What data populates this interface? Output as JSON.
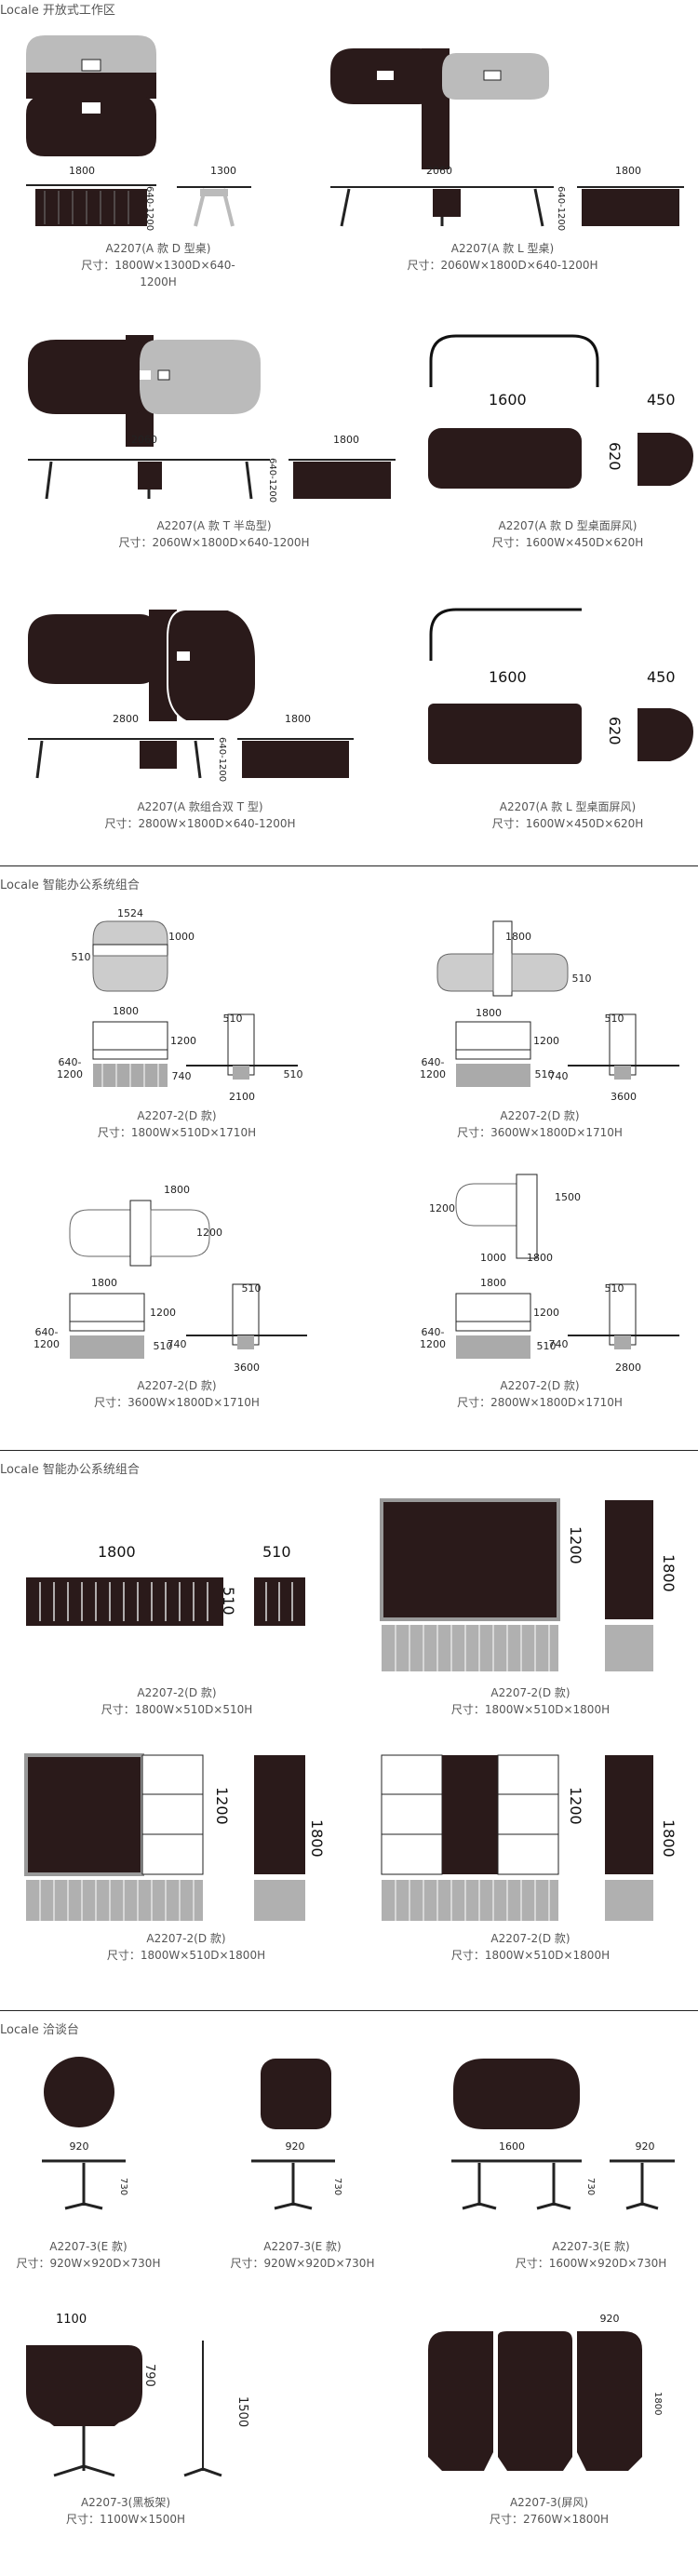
{
  "sections": [
    {
      "title": "Locale 开放式工作区"
    },
    {
      "title": "Locale 智能办公系统组合"
    },
    {
      "title": "Locale 智能办公系统组合"
    },
    {
      "title": "Locale 洽谈台"
    }
  ],
  "open_area": {
    "items": [
      {
        "model": "A2207(A 款 D 型桌)",
        "size": "尺寸：1800W×1300D×640-1200H",
        "dims": [
          "1800",
          "1300",
          "640-1200"
        ]
      },
      {
        "model": "A2207(A 款 L 型桌)",
        "size": "尺寸：2060W×1800D×640-1200H",
        "dims": [
          "2060",
          "1800",
          "640-1200"
        ]
      },
      {
        "model": "A2207(A 款 T 半岛型)",
        "size": "尺寸：2060W×1800D×640-1200H",
        "dims": [
          "2060",
          "1800",
          "640-1200"
        ]
      },
      {
        "model": "A2207(A 款 D 型桌面屏风)",
        "size": "尺寸：1600W×450D×620H",
        "dims": [
          "1600",
          "450",
          "620"
        ]
      },
      {
        "model": "A2207(A 款组合双 T 型)",
        "size": "尺寸：2800W×1800D×640-1200H",
        "dims": [
          "2800",
          "1800",
          "640-1200"
        ]
      },
      {
        "model": "A2207(A 款 L 型桌面屏风)",
        "size": "尺寸：1600W×450D×620H",
        "dims": [
          "1600",
          "450",
          "620"
        ]
      }
    ]
  },
  "system_a": {
    "items": [
      {
        "model": "A2207-2(D 款)",
        "size": "尺寸：1800W×510D×1710H",
        "dims": [
          "1524",
          "510",
          "1000",
          "1800",
          "1200",
          "640-1200",
          "510",
          "510",
          "740",
          "2100"
        ]
      },
      {
        "model": "A2207-2(D 款)",
        "size": "尺寸：3600W×1800D×1710H",
        "dims": [
          "1800",
          "510",
          "1800",
          "1200",
          "640-1200",
          "510",
          "510",
          "740",
          "3600"
        ]
      },
      {
        "model": "A2207-2(D 款)",
        "size": "尺寸：3600W×1800D×1710H",
        "dims": [
          "1800",
          "1200",
          "1800",
          "1200",
          "640-1200",
          "510",
          "510",
          "740",
          "3600"
        ]
      },
      {
        "model": "A2207-2(D 款)",
        "size": "尺寸：2800W×1800D×1710H",
        "dims": [
          "1500",
          "1200",
          "1000",
          "1800",
          "1800",
          "1200",
          "640-1200",
          "510",
          "510",
          "740",
          "2800"
        ]
      }
    ]
  },
  "system_b": {
    "items": [
      {
        "model": "A2207-2(D 款)",
        "size": "尺寸：1800W×510D×510H",
        "dims": [
          "1800",
          "510",
          "510"
        ]
      },
      {
        "model": "A2207-2(D 款)",
        "size": "尺寸：1800W×510D×1800H",
        "dims": [
          "1200",
          "1800"
        ]
      },
      {
        "model": "A2207-2(D 款)",
        "size": "尺寸：1800W×510D×1800H",
        "dims": [
          "1200",
          "1800"
        ]
      },
      {
        "model": "A2207-2(D 款)",
        "size": "尺寸：1800W×510D×1800H",
        "dims": [
          "1200",
          "1800"
        ]
      }
    ]
  },
  "meeting": {
    "items": [
      {
        "model": "A2207-3(E 款)",
        "size": "尺寸：920W×920D×730H",
        "dims": [
          "920",
          "730"
        ]
      },
      {
        "model": "A2207-3(E 款)",
        "size": "尺寸：920W×920D×730H",
        "dims": [
          "920",
          "730"
        ]
      },
      {
        "model": "A2207-3(E 款)",
        "size": "尺寸：1600W×920D×730H",
        "dims": [
          "1600",
          "920",
          "730"
        ]
      },
      {
        "model": "A2207-3(黑板架)",
        "size": "尺寸：1100W×1500H",
        "dims": [
          "1100",
          "790",
          "1500"
        ]
      },
      {
        "model": "A2207-3(屏风)",
        "size": "尺寸：2760W×1800H",
        "dims": [
          "920",
          "1800"
        ]
      }
    ]
  },
  "colors": {
    "dark": "#2a1a1a",
    "gray": "#b0b0b0",
    "line": "#222222"
  }
}
